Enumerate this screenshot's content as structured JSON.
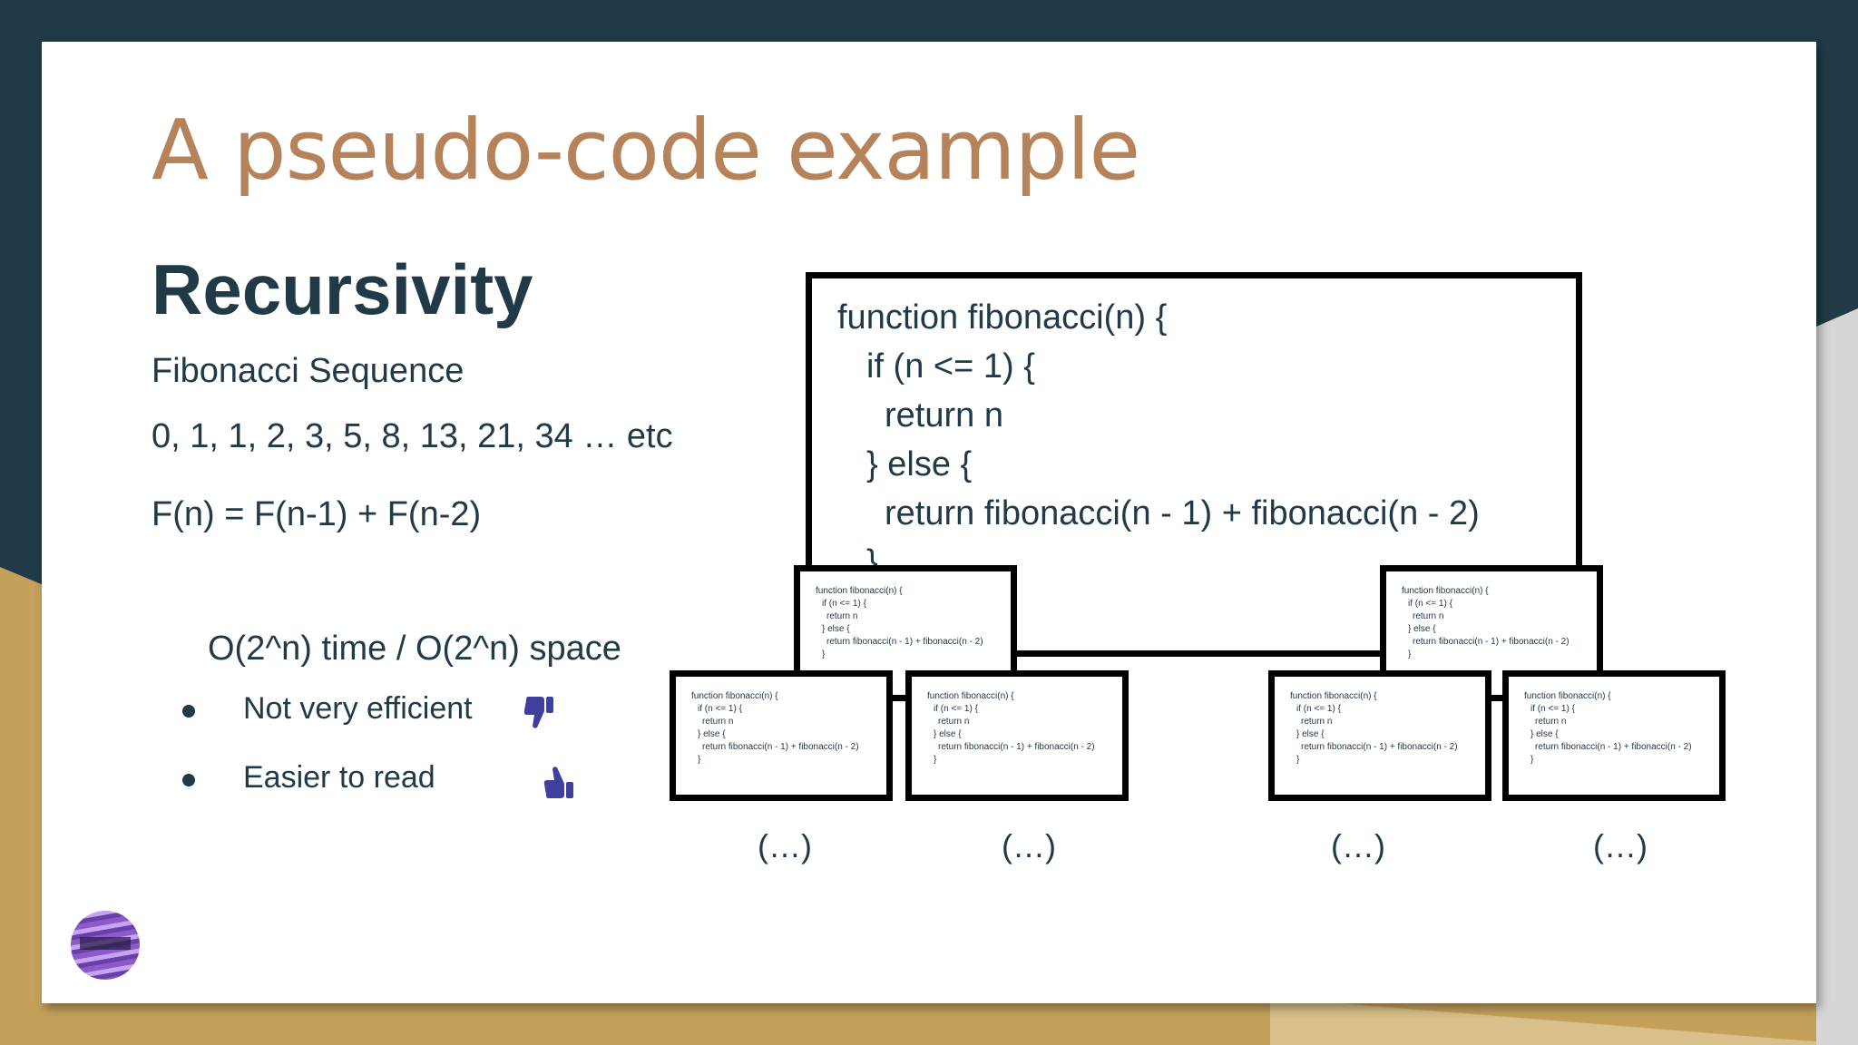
{
  "slide": {
    "title": "A pseudo-code example",
    "subtitle": "Recursivity",
    "sequence_name": "Fibonacci Sequence",
    "sequence_values": "0, 1, 1, 2, 3, 5, 8, 13, 21, 34 … etc",
    "formula": "F(n) = F(n-1) + F(n-2)",
    "complexity": "O(2^n) time / O(2^n) space",
    "bullets": [
      {
        "text": "Not very efficient",
        "icon": "thumbs-down-icon"
      },
      {
        "text": "Easier to read",
        "icon": "thumbs-up-icon"
      }
    ]
  },
  "code": {
    "lines": [
      "function fibonacci(n) {",
      "if (n <= 1) {",
      "return n",
      "} else {",
      "return fibonacci(n - 1) + fibonacci(n - 2)",
      "}"
    ]
  },
  "ellipsis": "(…)",
  "colors": {
    "title": "#b5825a",
    "text": "#213a48",
    "background_dark": "#213a48",
    "background_gold": "#c4a05b",
    "icon": "#3f3f9e"
  }
}
